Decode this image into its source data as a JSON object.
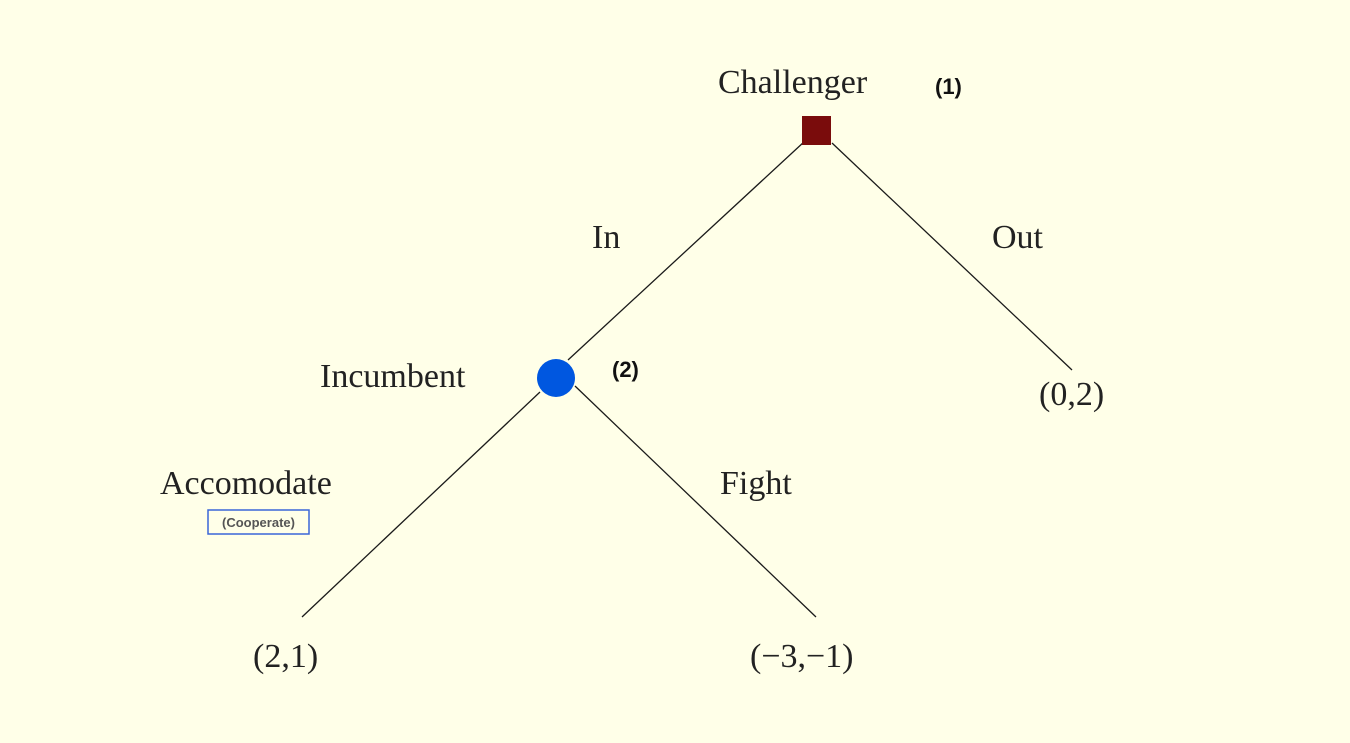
{
  "players": {
    "challenger": {
      "name": "Challenger",
      "order": "(1)",
      "color": "#7a0c0c",
      "shape": "square"
    },
    "incumbent": {
      "name": "Incumbent",
      "order": "(2)",
      "color": "#0057e0",
      "shape": "circle"
    }
  },
  "actions": {
    "in": "In",
    "out": "Out",
    "accommodate": "Accomodate",
    "accommodate_note": "(Cooperate)",
    "fight": "Fight"
  },
  "payoffs": {
    "out": "(0,2)",
    "accommodate": "(2,1)",
    "fight": "(−3,−1)"
  },
  "colors": {
    "background": "#ffffe8",
    "edge": "#1a1a1a",
    "note_border": "#3a66d8"
  }
}
